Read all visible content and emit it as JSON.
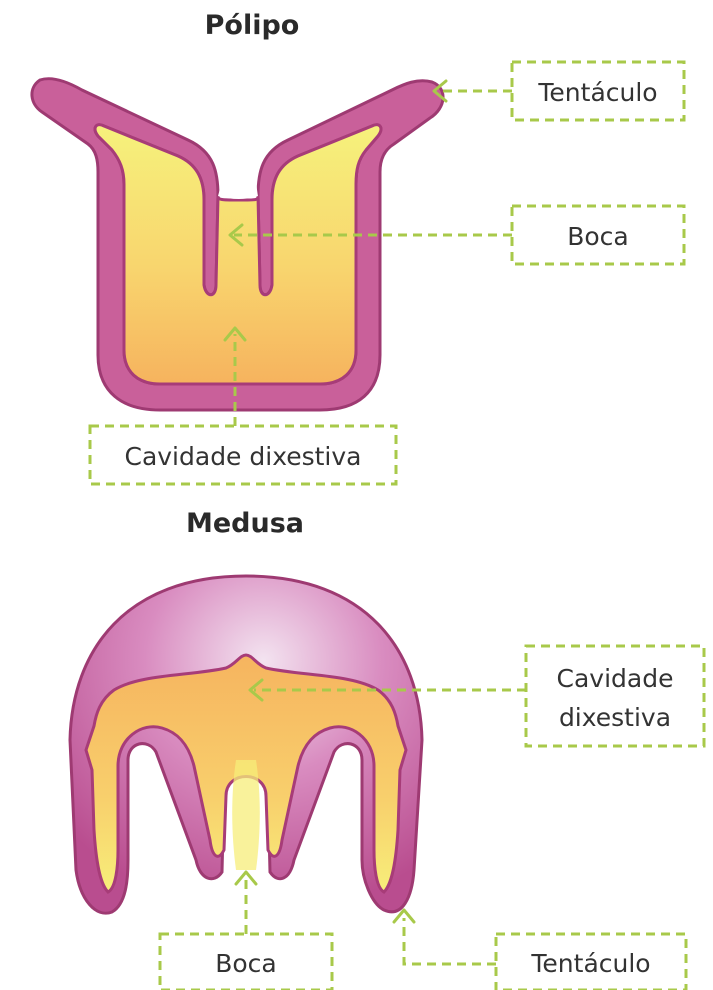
{
  "polyp": {
    "title": "Pólipo",
    "labels": {
      "tentacle": "Tentáculo",
      "mouth": "Boca",
      "cavity": "Cavidade dixestiva"
    }
  },
  "medusa": {
    "title": "Medusa",
    "labels": {
      "cavity_line1": "Cavidade",
      "cavity_line2": "dixestiva",
      "mouth": "Boca",
      "tentacle": "Tentáculo"
    }
  },
  "colors": {
    "outer_tissue": "#c9609a",
    "tissue_edge": "#a73c78",
    "bell_light": "#efd4ea",
    "cavity_yellow": "#f5ef7a",
    "cavity_orange": "#f6b75f",
    "label_border": "#a8c94a",
    "text": "#333333"
  }
}
